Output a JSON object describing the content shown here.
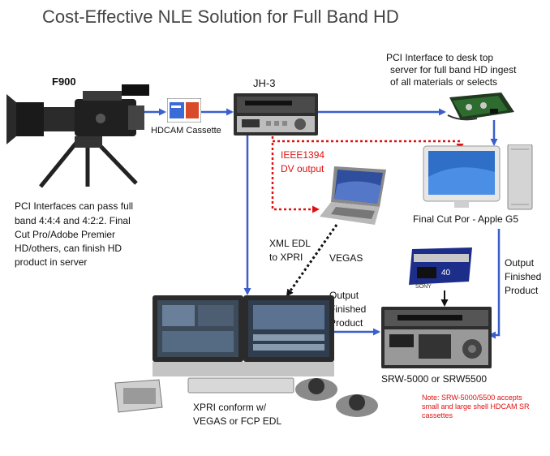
{
  "title": "Cost-Effective NLE Solution for Full Band HD",
  "nodes": {
    "f900": {
      "label": "F900"
    },
    "hdcam": {
      "label": "HDCAM Cassette"
    },
    "jh3": {
      "label": "JH-3"
    },
    "pci": {
      "lines": [
        "PCI Interface to desk top",
        "server for full band HD ingest",
        "of all materials or selects"
      ]
    },
    "g5": {
      "label": "Final Cut Por - Apple G5"
    },
    "srw": {
      "label": "SRW-5000 or SRW5500"
    },
    "xpri": {
      "lines": [
        "XPRI conform w/",
        "VEGAS or FCP EDL"
      ]
    },
    "cassette_labels": {
      "size": "40",
      "brand": "SONY"
    }
  },
  "notes": {
    "pci_interfaces": [
      "PCI Interfaces can pass full",
      "band 4:4:4 and 4:2:2. Final",
      "Cut Pro/Adobe Premier",
      "HD/others, can finish HD",
      "product in server"
    ],
    "ieee": [
      "IEEE1394",
      "DV output"
    ],
    "xml_edl": [
      "XML EDL",
      "to XPRI"
    ],
    "vegas": "VEGAS",
    "output_center": [
      "Output",
      "Finished",
      "Product"
    ],
    "output_right": [
      "Output",
      "Finished",
      "Product"
    ],
    "srw_note": [
      "Note: SRW-5000/5500 accepts",
      "small and large shell HDCAM SR",
      "cassettes"
    ]
  },
  "colors": {
    "arrow": "#3a5fcd",
    "dv": "#e01010",
    "edl": "#111111",
    "note": "#e01010"
  }
}
